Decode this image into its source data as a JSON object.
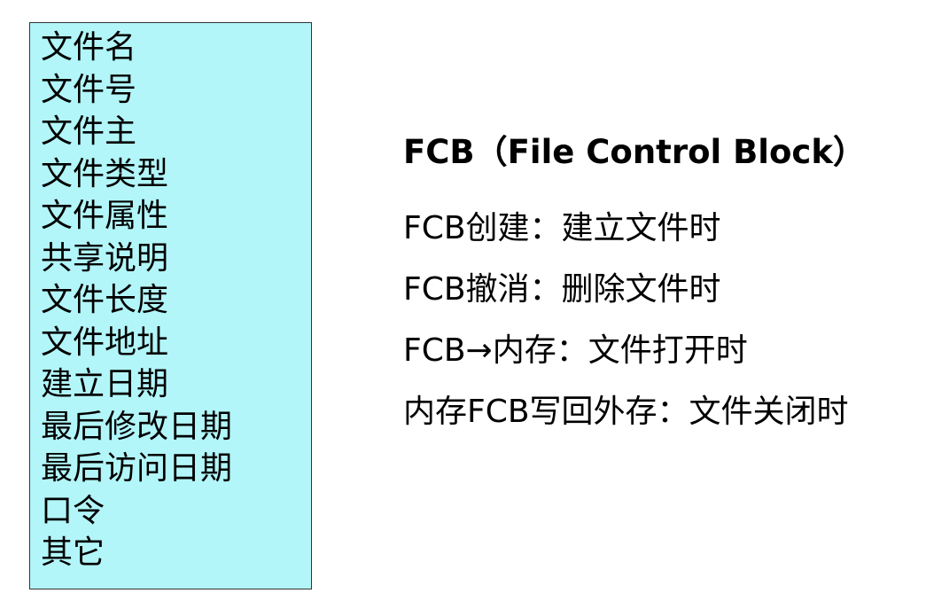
{
  "colors": {
    "box_fill": "#b2f6f9",
    "box_border": "#333333",
    "text": "#000000"
  },
  "fcb_fields": [
    "文件名",
    "文件号",
    "文件主",
    "文件类型",
    "文件属性",
    "共享说明",
    "文件长度",
    "文件地址",
    "建立日期",
    "最后修改日期",
    "最后访问日期",
    "口令",
    "其它"
  ],
  "title": "FCB（File Control Block）",
  "events": [
    "FCB创建：建立文件时",
    "FCB撤消：删除文件时",
    "FCB→内存：文件打开时",
    "内存FCB写回外存：文件关闭时"
  ]
}
